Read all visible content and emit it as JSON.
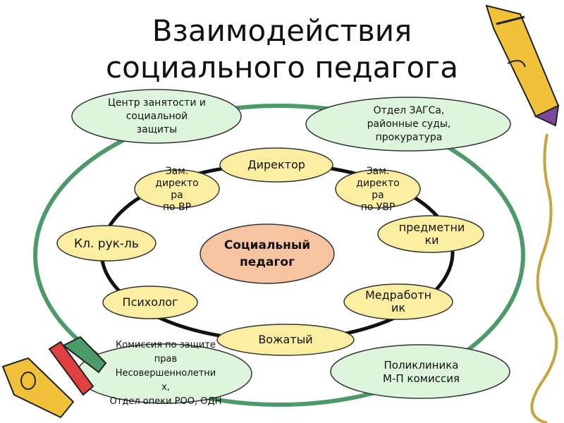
{
  "title": {
    "line1": "Взаимодействия",
    "line2": "социального педагога"
  },
  "center": "Социальный\nпедагог",
  "outer_nodes": {
    "tl": "Центр занятости и\nсоциальной\nзащиты",
    "tr": "Отдел ЗАГСа,\nрайонные суды,\nпрокуратура",
    "bl": "Комиссия по защите\nправ\nНесовершеннолетни\nх,\nОтдел опеки РОО, ОДН",
    "br": "Поликлиника\nМ-П комиссия"
  },
  "inner_nodes": {
    "director": "Директор",
    "zam_vr": "Зам.\nдиректо\nра\nпо ВР",
    "zam_uvr": "Зам.\nдиректо\nра\nпо УВР",
    "kl_ruk": "Кл. рук-ль",
    "predmetniki": "предметни\nки",
    "psiholog": "Психолог",
    "medrabotnik": "Медработн\nик",
    "vozhatyj": "Вожатый"
  },
  "colors": {
    "ring": "#4c9a6a",
    "green_fill": "#ddf4dd",
    "yellow_fill": "#fbeea0",
    "center_fill": "#f6c4a0",
    "stroke": "#333333"
  }
}
